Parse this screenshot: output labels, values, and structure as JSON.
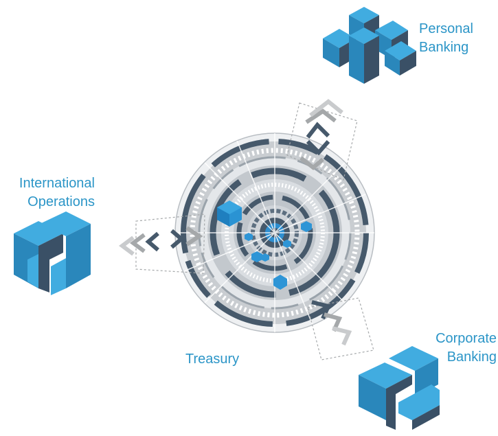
{
  "nodes": {
    "personal": {
      "line1": "Personal",
      "line2": "Banking",
      "icon": "personal-banking-block-icon"
    },
    "international": {
      "line1": "International",
      "line2": "Operations",
      "icon": "international-operations-block-icon"
    },
    "corporate": {
      "line1": "Corporate",
      "line2": "Banking",
      "icon": "corporate-banking-block-icon"
    },
    "treasury": {
      "label": "Treasury",
      "icon": "treasury-dial-icon"
    }
  },
  "colors": {
    "label": "#2b95c7",
    "block_light": "#41ace0",
    "block_side": "#2a87bb",
    "block_dark": "#3a5066",
    "ring_dark": "#46596b",
    "ring_light": "#c9cdd1",
    "arrow_grey": "#a5a8aa"
  }
}
